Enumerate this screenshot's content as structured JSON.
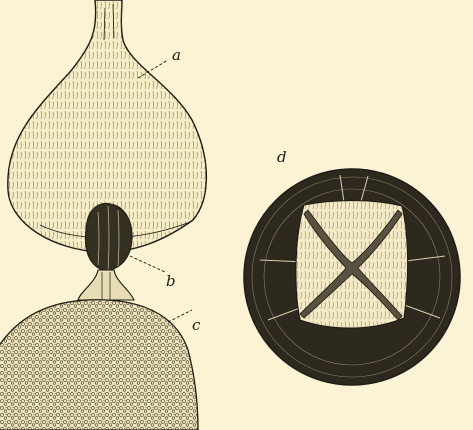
{
  "labels": {
    "a": "a",
    "b": "b",
    "c": "c",
    "d": "d"
  },
  "colors": {
    "paper": "#fbf3d3",
    "ink": "#1c1a14"
  }
}
